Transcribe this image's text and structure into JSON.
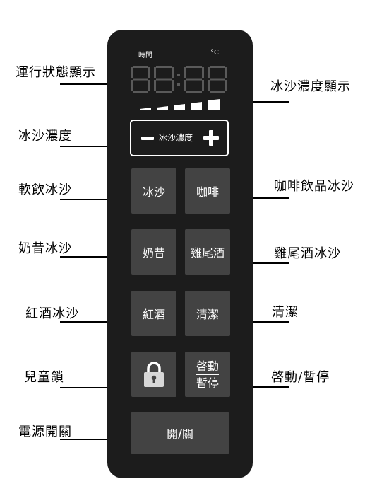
{
  "callouts": {
    "display": "運行狀態顯示",
    "intensity_display": "冰沙濃度顯示",
    "intensity": "冰沙濃度",
    "soft_drink": "軟飲冰沙",
    "coffee": "咖啡飲品冰沙",
    "milkshake": "奶昔冰沙",
    "cocktail": "雞尾酒冰沙",
    "red_wine": "紅酒冰沙",
    "clean": "清潔",
    "child_lock": "兒童鎖",
    "start_pause": "啓動/暫停",
    "power": "電源開關"
  },
  "panel": {
    "time_label": "時間",
    "unit_label": "°C",
    "display_digits": "88:88",
    "intensity_label": "冰沙濃度",
    "buttons": {
      "smoothie": "冰沙",
      "coffee": "咖啡",
      "milkshake": "奶昔",
      "cocktail": "雞尾酒",
      "red_wine": "紅酒",
      "clean": "清潔",
      "start": "啓動",
      "pause": "暫停",
      "power_on": "開",
      "power_sep": "/",
      "power_off": "關"
    }
  },
  "icons": {
    "minus": "minus-icon",
    "plus": "plus-icon",
    "lock": "lock-icon"
  },
  "colors": {
    "panel": "#1c1c1c",
    "button": "#434343",
    "segment_off": "#5a5a5a",
    "text": "#ffffff"
  }
}
